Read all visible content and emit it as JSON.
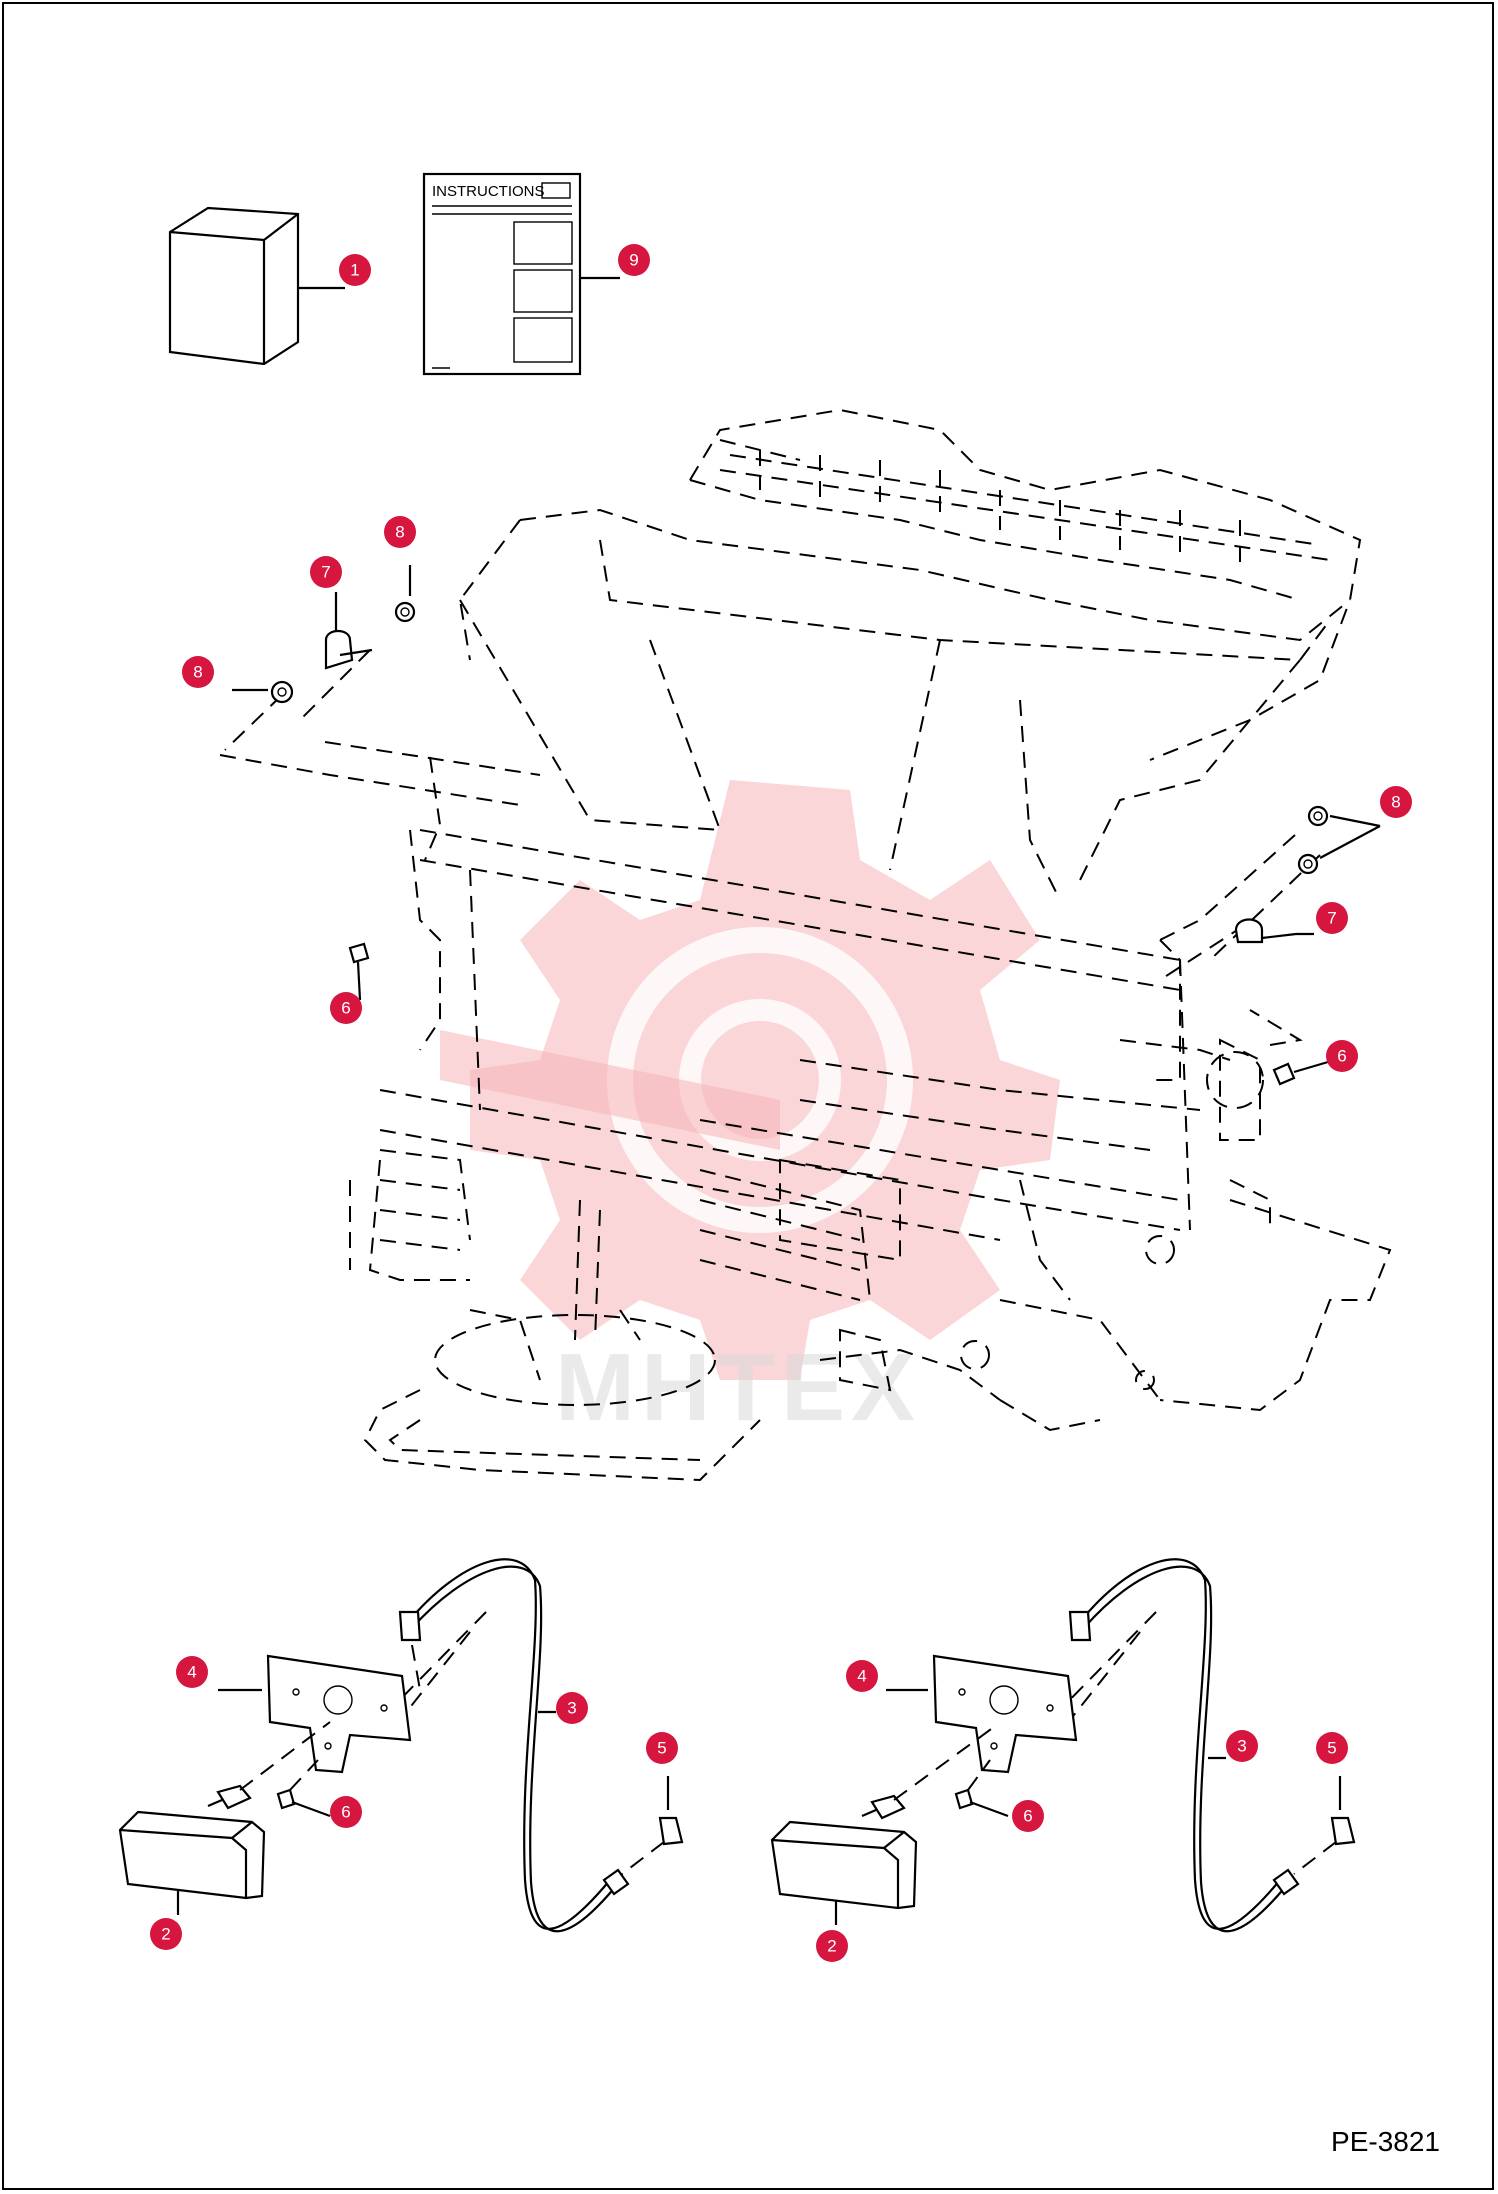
{
  "figure": {
    "id": "PE-3821"
  },
  "instructions_sheet": {
    "title": "INSTRUCTIONS"
  },
  "watermark": {
    "text": "MHTEX",
    "color": "#f5b5b8"
  },
  "callout_color": "#d6163e",
  "callouts": [
    {
      "label": "1",
      "part": "parts-bag"
    },
    {
      "label": "9",
      "part": "instructions"
    },
    {
      "label": "8",
      "part": "nut-left-top"
    },
    {
      "label": "7",
      "part": "clamp-left"
    },
    {
      "label": "8",
      "part": "nut-left"
    },
    {
      "label": "6",
      "part": "bolt-left"
    },
    {
      "label": "8",
      "part": "nuts-right"
    },
    {
      "label": "7",
      "part": "clamp-right"
    },
    {
      "label": "6",
      "part": "bolt-right"
    },
    {
      "label": "4",
      "part": "bracket-left"
    },
    {
      "label": "3",
      "part": "harness-left"
    },
    {
      "label": "5",
      "part": "connector-left"
    },
    {
      "label": "6",
      "part": "bolt-lamp-left"
    },
    {
      "label": "2",
      "part": "lamp-left"
    },
    {
      "label": "4",
      "part": "bracket-right"
    },
    {
      "label": "3",
      "part": "harness-right"
    },
    {
      "label": "5",
      "part": "connector-right"
    },
    {
      "label": "6",
      "part": "bolt-lamp-right"
    },
    {
      "label": "2",
      "part": "lamp-right"
    }
  ]
}
